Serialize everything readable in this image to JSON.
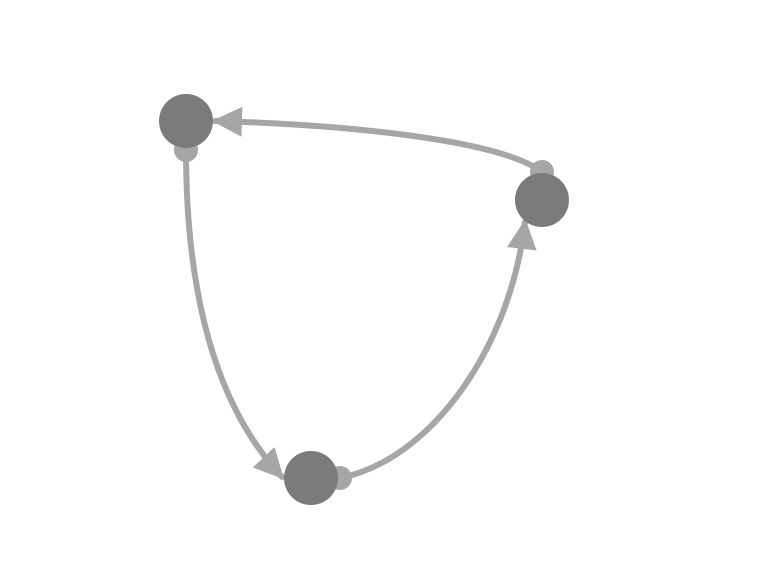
{
  "diagram": {
    "type": "directed-graph",
    "colors": {
      "background": "#ffffff",
      "node": "#7b7b7b",
      "edge": "#a6a6a6",
      "port": "#a6a6a6"
    },
    "nodes": [
      {
        "id": "a"
      },
      {
        "id": "b"
      },
      {
        "id": "c"
      }
    ],
    "edges": [
      {
        "from": "a",
        "to": "b"
      },
      {
        "from": "b",
        "to": "c"
      },
      {
        "from": "c",
        "to": "a"
      }
    ]
  }
}
